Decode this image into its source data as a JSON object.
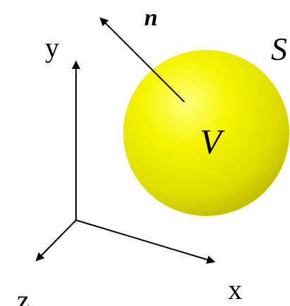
{
  "diagram": {
    "labels": {
      "normal": "n",
      "surface": "S",
      "volume": "V",
      "x_axis": "x",
      "y_axis": "y",
      "z_axis": "z"
    },
    "colors": {
      "sphere_highlight": "#ffff66",
      "sphere_body": "#f2f000",
      "sphere_shadow": "#b8b800",
      "lines": "#000000",
      "background": "#ffffff"
    }
  }
}
